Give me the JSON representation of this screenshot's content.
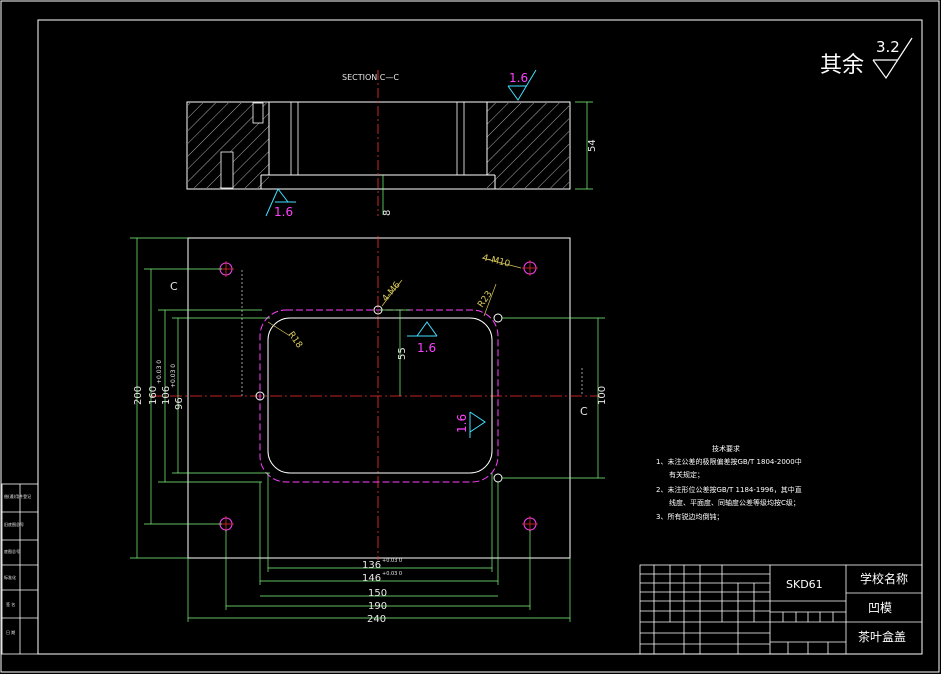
{
  "roughness": {
    "rest_label": "其余",
    "rest_value": "3.2",
    "top": "1.6",
    "bottom": "1.6",
    "plan_center": "1.6",
    "plan_right": "1.6"
  },
  "section": {
    "title": "SECTION C—C",
    "dim_height": "54",
    "dim_depth": "8"
  },
  "plan": {
    "section_mark_left": "C",
    "section_mark_right": "C",
    "thread_m10": "4-M10",
    "thread_m6": "4-M6",
    "radius_outer": "R23",
    "radius_inner": "R18",
    "dim_55": "55",
    "dim_100": "100",
    "dim_200": "200",
    "dim_160": "160",
    "dim_106": "106",
    "dim_96": "96",
    "tol_106": "+0.03\n0",
    "tol_96": "+0.03\n0",
    "dim_136": "136",
    "tol_136": "+0.03\n0",
    "dim_146": "146",
    "tol_146": "+0.03\n0",
    "dim_150": "150",
    "dim_190": "190",
    "dim_240": "240"
  },
  "tech": {
    "title": "技术要求",
    "l1": "1、未注公差的极限偏差按GB/T 1804-2000中",
    "l1b": "有关规定；",
    "l2": "2、未注形位公差按GB/T 1184-1996，其中直",
    "l2b": "线度、平面度、同轴度公差等级均按C级；",
    "l3": "3、所有锐边均倒钝；"
  },
  "title_block": {
    "material": "SKD61",
    "school": "学校名称",
    "part": "凹模",
    "product": "茶叶盒盖"
  },
  "side_labels": [
    "借(通)用件登记",
    "旧底图总号",
    "底图总号",
    "签 名",
    "日 期",
    "标准化"
  ],
  "colors": {
    "frame": "#ffffff",
    "dim": "#80ff80",
    "center": "#ff3030",
    "hidden": "#ff40ff",
    "text_yellow": "#d9c85a",
    "magenta": "#ff40ff",
    "cyan": "#40e0ff"
  }
}
